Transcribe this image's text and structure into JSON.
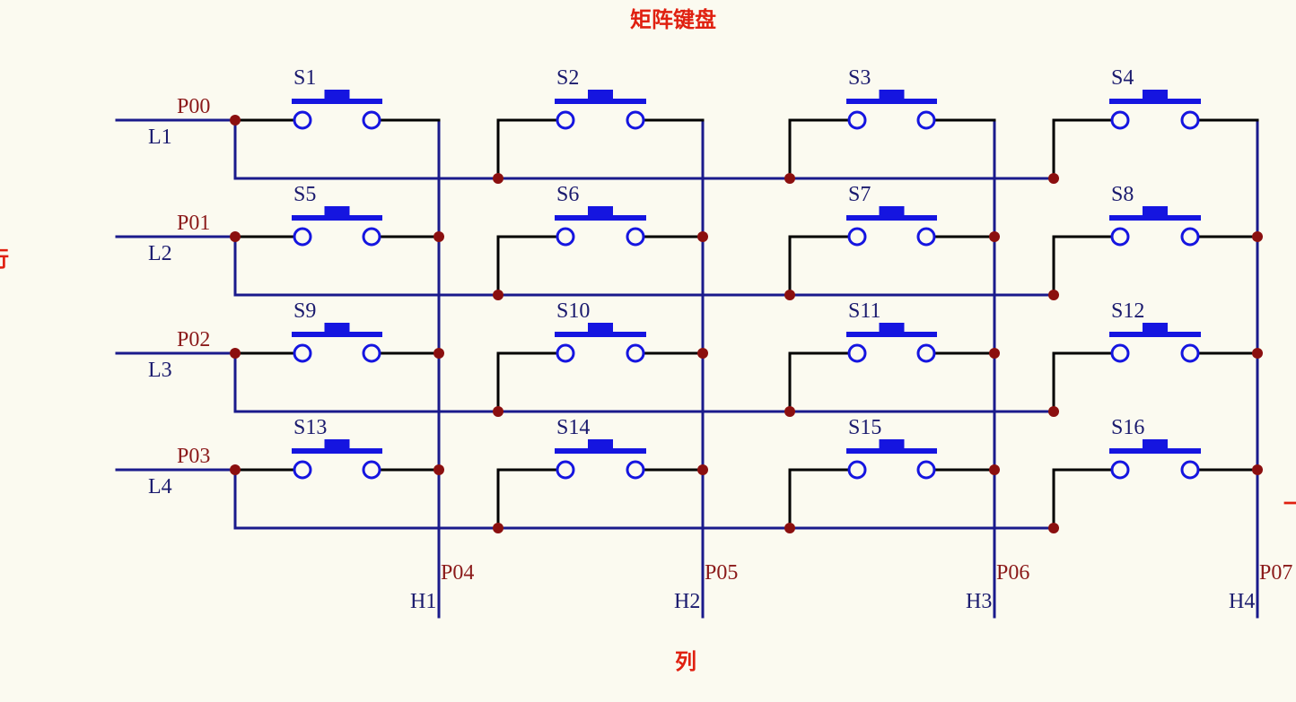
{
  "title": "矩阵键盘",
  "column_caption": "列",
  "row_caption_partial": "行",
  "right_mark": "一",
  "rows": [
    {
      "port": "P00",
      "line": "L1"
    },
    {
      "port": "P01",
      "line": "L2"
    },
    {
      "port": "P02",
      "line": "L3"
    },
    {
      "port": "P03",
      "line": "L4"
    }
  ],
  "columns": [
    {
      "port": "P04",
      "line": "H1"
    },
    {
      "port": "P05",
      "line": "H2"
    },
    {
      "port": "P06",
      "line": "H3"
    },
    {
      "port": "P07",
      "line": "H4"
    }
  ],
  "switches": [
    "S1",
    "S2",
    "S3",
    "S4",
    "S5",
    "S6",
    "S7",
    "S8",
    "S9",
    "S10",
    "S11",
    "S12",
    "S13",
    "S14",
    "S15",
    "S16"
  ],
  "colors": {
    "wire": "#000000",
    "bus": "#1a1a8c",
    "switch": "#1515e0",
    "junction": "#8b0f0f",
    "port_label": "#8b1a1a",
    "net_label": "#1a1a6e",
    "title": "#e02010",
    "background": "#fbfaf0"
  }
}
